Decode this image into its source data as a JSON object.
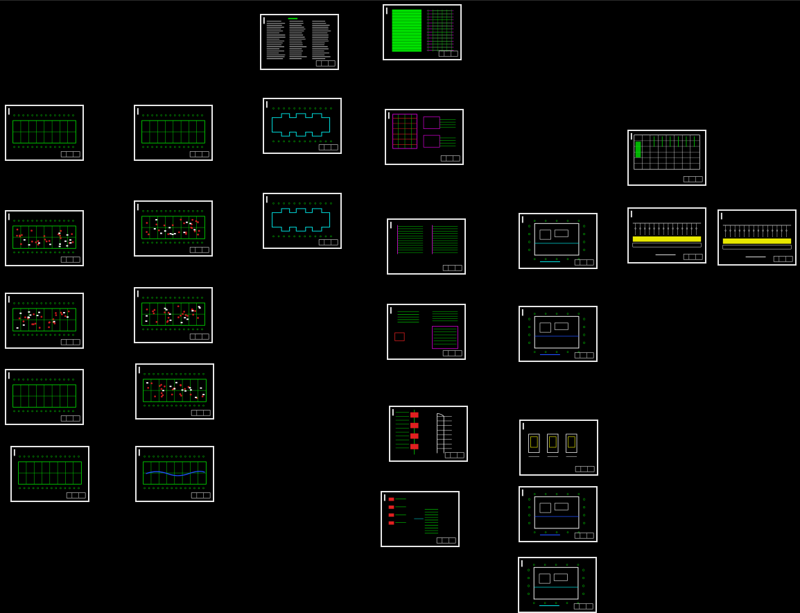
{
  "app": {
    "view": "model-space",
    "background": "#000000"
  },
  "colors": {
    "frame": "#e8e8e8",
    "green": "#00e000",
    "cyan": "#00d8d8",
    "red": "#e02020",
    "magenta": "#e000e0",
    "yellow": "#e8e800",
    "blue": "#2050ff",
    "white": "#ffffff"
  },
  "sheets": [
    {
      "id": "s01",
      "kind": "plan-wide",
      "accent": "green"
    },
    {
      "id": "s02",
      "kind": "plan-wide",
      "accent": "green"
    },
    {
      "id": "s03",
      "kind": "plan-dense",
      "accent": "red"
    },
    {
      "id": "s04",
      "kind": "plan-dense",
      "accent": "red"
    },
    {
      "id": "s05",
      "kind": "plan-dense",
      "accent": "red"
    },
    {
      "id": "s06",
      "kind": "plan-dense",
      "accent": "red"
    },
    {
      "id": "s07",
      "kind": "plan-wide",
      "accent": "green"
    },
    {
      "id": "s08",
      "kind": "plan-dense",
      "accent": "red"
    },
    {
      "id": "s09",
      "kind": "plan-wide",
      "accent": "green"
    },
    {
      "id": "s10",
      "kind": "plan-wide",
      "accent": "blue"
    },
    {
      "id": "s11",
      "kind": "notes",
      "accent": "white"
    },
    {
      "id": "s12",
      "kind": "plan-cyan",
      "accent": "cyan"
    },
    {
      "id": "s13",
      "kind": "plan-cyan",
      "accent": "cyan"
    },
    {
      "id": "s14",
      "kind": "table-green",
      "accent": "green"
    },
    {
      "id": "s15",
      "kind": "riser-magenta",
      "accent": "magenta"
    },
    {
      "id": "s16",
      "kind": "diagram-lines",
      "accent": "green"
    },
    {
      "id": "s17",
      "kind": "diagram-boxes",
      "accent": "green"
    },
    {
      "id": "s18",
      "kind": "section",
      "accent": "red"
    },
    {
      "id": "s19",
      "kind": "detail-mixed",
      "accent": "green"
    },
    {
      "id": "s20",
      "kind": "room-plan",
      "accent": "cyan"
    },
    {
      "id": "s21",
      "kind": "room-plan",
      "accent": "blue"
    },
    {
      "id": "s22",
      "kind": "elevations",
      "accent": "yellow"
    },
    {
      "id": "s23",
      "kind": "room-plan",
      "accent": "blue"
    },
    {
      "id": "s24",
      "kind": "room-plan",
      "accent": "cyan"
    },
    {
      "id": "s25",
      "kind": "schedule",
      "accent": "green"
    },
    {
      "id": "s26",
      "kind": "switchgear",
      "accent": "yellow"
    },
    {
      "id": "s27",
      "kind": "switchgear",
      "accent": "yellow"
    }
  ]
}
